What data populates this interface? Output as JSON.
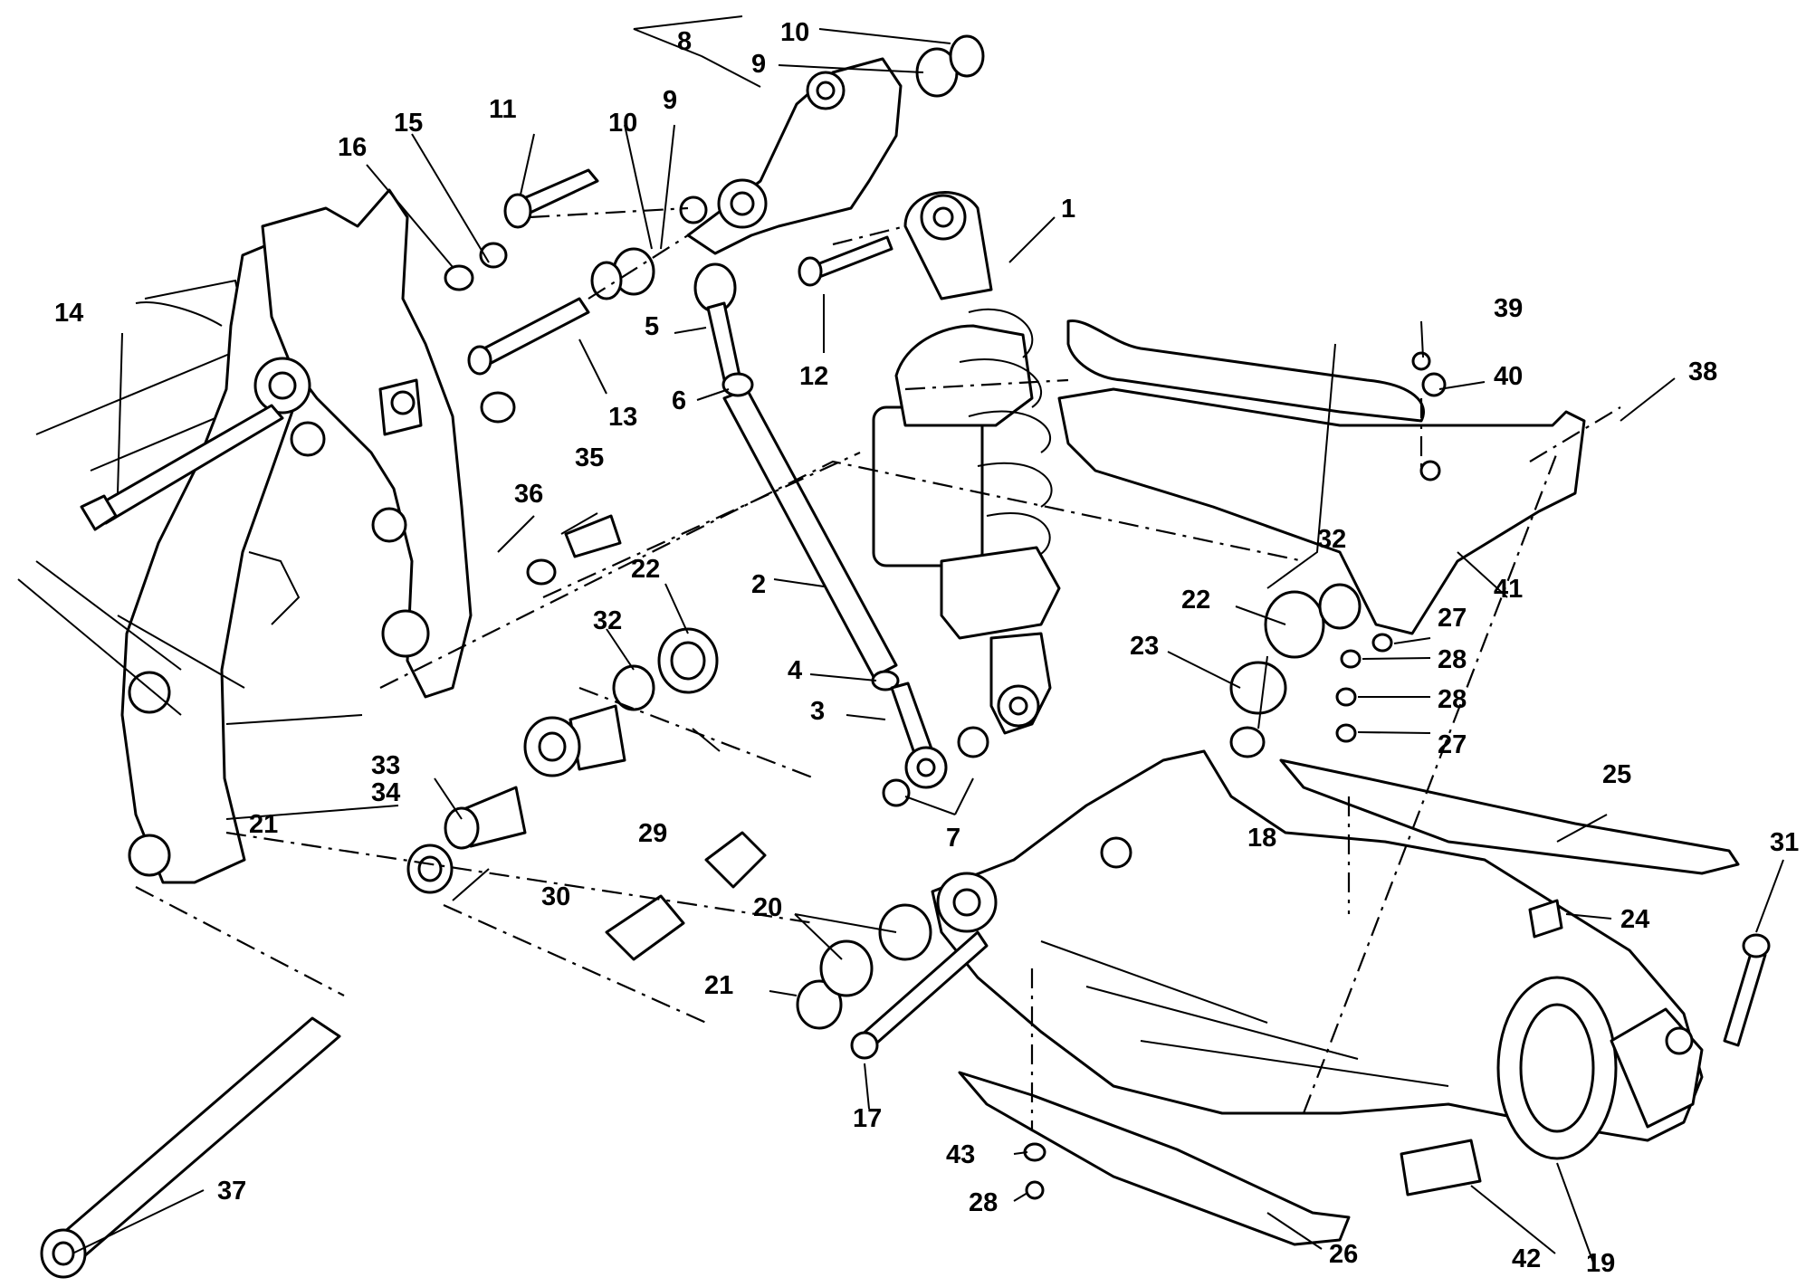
{
  "callouts": [
    "1",
    "2",
    "3",
    "4",
    "5",
    "6",
    "7",
    "8",
    "9",
    "10",
    "9",
    "10",
    "11",
    "12",
    "13",
    "14",
    "15",
    "16",
    "17",
    "18",
    "19",
    "20",
    "21",
    "21",
    "22",
    "22",
    "23",
    "24",
    "25",
    "26",
    "27",
    "27",
    "28",
    "28",
    "28",
    "29",
    "30",
    "31",
    "32",
    "32",
    "33",
    "34",
    "35",
    "36",
    "37",
    "38",
    "39",
    "40",
    "41",
    "42",
    "43"
  ]
}
